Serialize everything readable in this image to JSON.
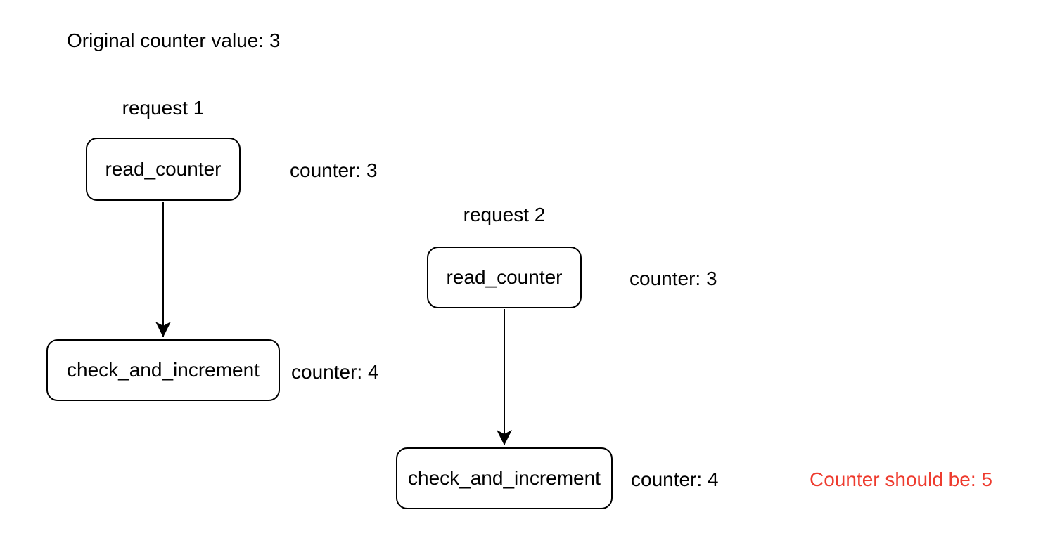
{
  "diagram": {
    "title": "Original counter value: 3",
    "colors": {
      "text": "#000000",
      "alert": "#EE3B2E",
      "node_border": "#000000",
      "background": "#FFFFFF"
    },
    "requests": [
      {
        "label": "request 1",
        "nodes": [
          {
            "name": "read_counter",
            "annotation": "counter: 3"
          },
          {
            "name": "check_and_increment",
            "annotation": "counter: 4"
          }
        ]
      },
      {
        "label": "request 2",
        "nodes": [
          {
            "name": "read_counter",
            "annotation": "counter: 3"
          },
          {
            "name": "check_and_increment",
            "annotation": "counter: 4"
          }
        ]
      }
    ],
    "alert_note": "Counter should be: 5"
  }
}
